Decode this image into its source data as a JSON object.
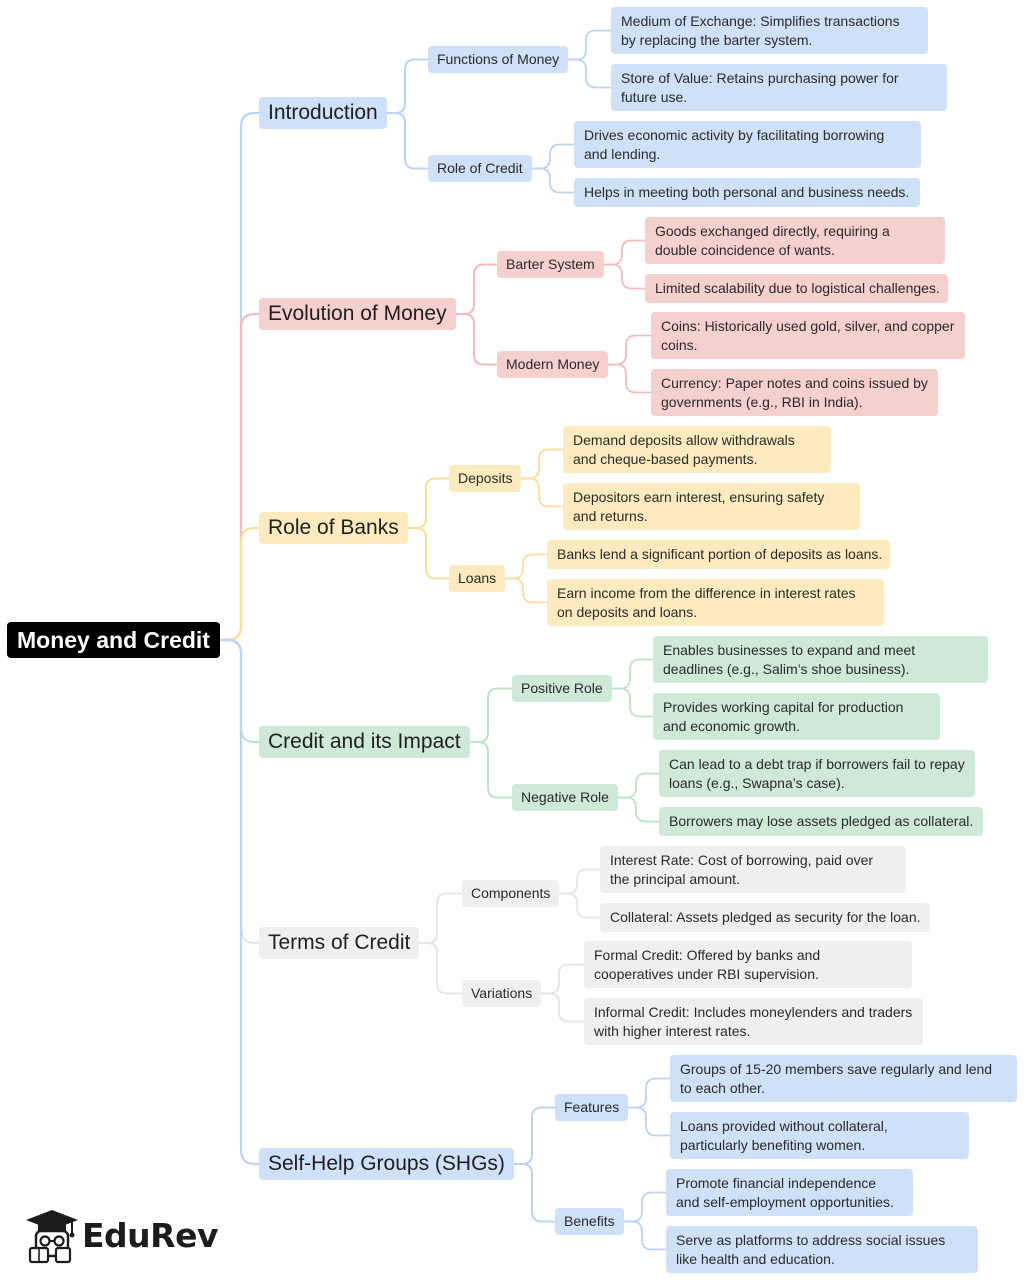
{
  "root": "Money and Credit",
  "colors": {
    "blue": "#cfe0f9",
    "blue_line": "#bcd3f3",
    "red": "#f6cfcf",
    "red_line": "#f2bcbc",
    "yellow": "#fdebbf",
    "yellow_line": "#f9df9c",
    "green": "#cfe9d8",
    "green_line": "#bfe2cb",
    "gray": "#eeeff0",
    "gray_line": "#e3e5e7"
  },
  "branches": [
    {
      "title": "Introduction",
      "color": "blue",
      "subs": [
        {
          "title": "Functions of Money",
          "items": [
            "Medium of Exchange: Simplifies transactions by replacing the barter system.",
            "Store of Value: Retains purchasing power for future use."
          ]
        },
        {
          "title": "Role of Credit",
          "items": [
            "Drives economic activity by facilitating borrowing and lending.",
            "Helps in meeting both personal and business needs."
          ]
        }
      ]
    },
    {
      "title": "Evolution of Money",
      "color": "red",
      "subs": [
        {
          "title": "Barter System",
          "items": [
            "Goods exchanged directly, requiring a double coincidence of wants.",
            "Limited scalability due to logistical challenges."
          ]
        },
        {
          "title": "Modern Money",
          "items": [
            "Coins: Historically used gold, silver, and copper coins.",
            "Currency: Paper notes and coins issued by governments (e.g., RBI in India)."
          ]
        }
      ]
    },
    {
      "title": "Role of Banks",
      "color": "yellow",
      "subs": [
        {
          "title": "Deposits",
          "items": [
            "Demand deposits allow withdrawals and cheque-based payments.",
            "Depositors earn interest, ensuring safety and returns."
          ]
        },
        {
          "title": "Loans",
          "items": [
            "Banks lend a significant portion of deposits as loans.",
            "Earn income from the difference in interest rates on deposits and loans."
          ]
        }
      ]
    },
    {
      "title": "Credit and its Impact",
      "color": "green",
      "subs": [
        {
          "title": "Positive Role",
          "items": [
            "Enables businesses to expand and meet deadlines (e.g., Salim’s shoe business).",
            "Provides working capital for production and economic growth."
          ]
        },
        {
          "title": "Negative Role",
          "items": [
            "Can lead to a debt trap if borrowers fail to repay loans (e.g., Swapna’s case).",
            "Borrowers may lose assets pledged as collateral."
          ]
        }
      ]
    },
    {
      "title": "Terms of Credit",
      "color": "gray",
      "subs": [
        {
          "title": "Components",
          "items": [
            "Interest Rate: Cost of borrowing, paid over the principal amount.",
            "Collateral: Assets pledged as security for the loan."
          ]
        },
        {
          "title": "Variations",
          "items": [
            "Formal Credit: Offered by banks and cooperatives under RBI supervision.",
            "Informal Credit: Includes moneylenders and traders with higher interest rates."
          ]
        }
      ]
    },
    {
      "title": "Self-Help Groups (SHGs)",
      "color": "blue",
      "subs": [
        {
          "title": "Features",
          "items": [
            "Groups of 15-20 members save regularly and lend to each other.",
            "Loans provided without collateral, particularly benefiting women."
          ]
        },
        {
          "title": "Benefits",
          "items": [
            "Promote financial independence and self-employment opportunities.",
            "Serve as platforms to address social issues like health and education."
          ]
        }
      ]
    }
  ],
  "logo": {
    "text": "EduRev",
    "icon": "graduation-cap-student-icon"
  }
}
